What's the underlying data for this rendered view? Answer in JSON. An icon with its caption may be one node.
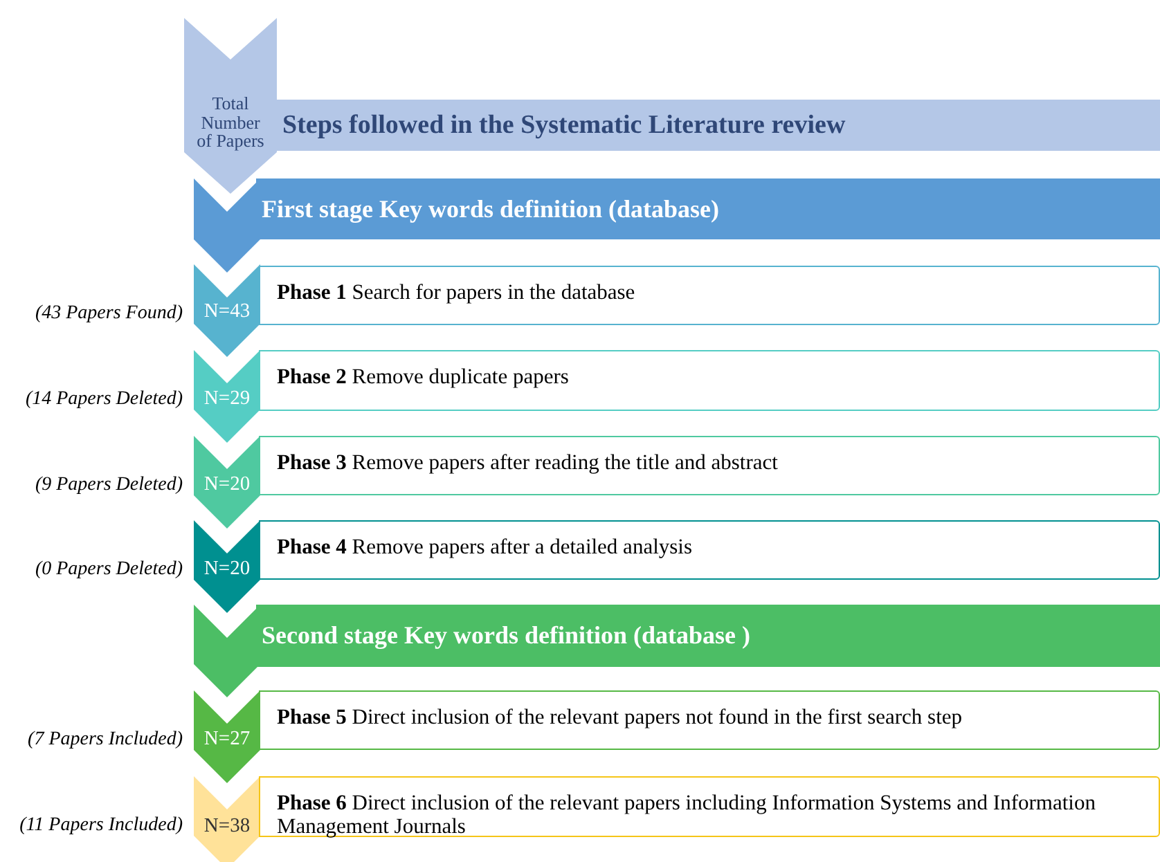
{
  "diagram": {
    "nodes": [
      {
        "text": [
          "Total Number of Papers"
        ]
      },
      {
        "text": [
          "Steps followed in the Systematic Literature review"
        ]
      },
      {
        "text": [],
        "shape": "chevron"
      },
      {
        "text": [
          "First stage Key words definition (database)"
        ]
      },
      {
        "text": [
          "N=43"
        ],
        "beside": [
          "(43 Papers Found)"
        ]
      },
      {
        "text": [
          "**Phase 1** Search for papers in the database"
        ]
      },
      {
        "text": [
          "N=29"
        ],
        "beside": [
          "(14 Papers Deleted)"
        ]
      },
      {
        "text": [
          "**Phase 2** Remove duplicate papers"
        ]
      },
      {
        "text": [
          "N=20"
        ],
        "beside": [
          "(9 Papers Deleted)"
        ]
      },
      {
        "text": [
          "**Phase 3** Remove papers after reading the title and abstract"
        ]
      },
      {
        "text": [
          "N=20"
        ],
        "beside": [
          "(0 Papers Deleted)"
        ]
      },
      {
        "text": [
          "**Phase 4** Remove papers after a detailed analysis"
        ]
      },
      {
        "text": [],
        "shape": "chevron"
      },
      {
        "text": [
          "Second stage Key words definition (database )"
        ]
      },
      {
        "text": [
          "N=27"
        ],
        "beside": [
          "(7 Papers Included)"
        ]
      },
      {
        "text": [
          "**Phase 5** Direct inclusion of the relevant papers not found in the first search step"
        ]
      },
      {
        "text": [
          "N=38"
        ],
        "beside": [
          "(11 Papers Included)"
        ]
      },
      {
        "text": [
          "**Phase 6** Direct inclusion of the relevant papers including Information Systems and Information Management Journals"
        ]
      }
    ]
  }
}
